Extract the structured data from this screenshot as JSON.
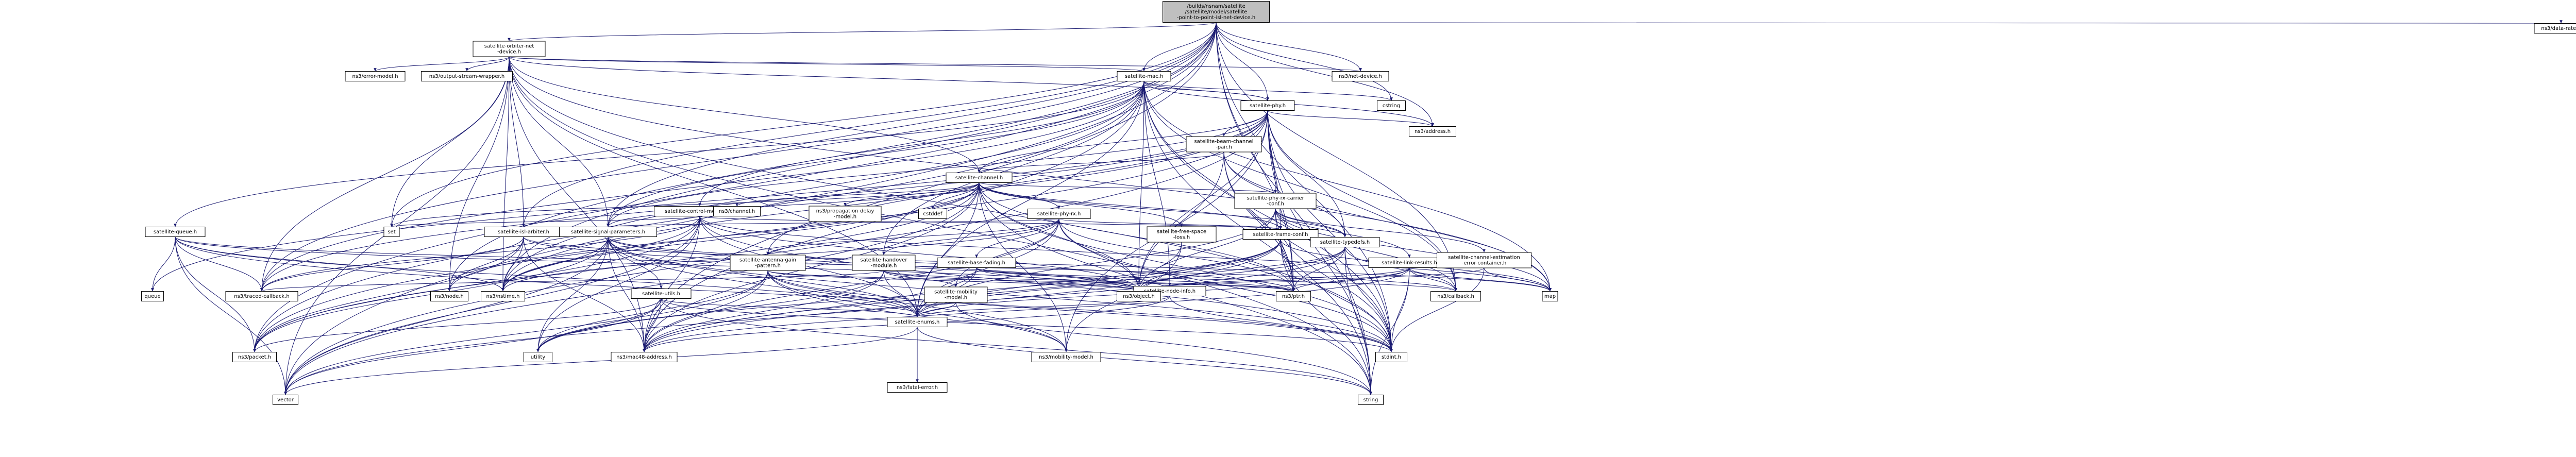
{
  "colors": {
    "edge": "#191970",
    "label": "#000000",
    "external_label": "#000000",
    "root_fill": "#bfbfbf",
    "node_fill": "#ffffff",
    "border_black": "#000000",
    "border_red": "#ff0000",
    "border_gray": "#bfbfbf"
  },
  "nodes": [
    {
      "id": "root",
      "lines": [
        "/builds/nsnam/satellite",
        "/satellite/model/satellite",
        "-point-to-point-isl-net-device.h"
      ],
      "style": "root"
    },
    {
      "id": "orbiter",
      "lines": [
        "satellite-orbiter-net",
        "-device.h"
      ],
      "style": "black"
    },
    {
      "id": "bitrate",
      "lines": [
        "ns3/data-rate.h"
      ],
      "style": "gray"
    },
    {
      "id": "errmodel",
      "lines": [
        "ns3/error-model.h"
      ],
      "style": "gray"
    },
    {
      "id": "outstream",
      "lines": [
        "ns3/output-stream-wrapper.h"
      ],
      "style": "gray"
    },
    {
      "id": "mac",
      "lines": [
        "satellite-mac.h"
      ],
      "style": "black"
    },
    {
      "id": "netdev",
      "lines": [
        "ns3/net-device.h"
      ],
      "style": "gray"
    },
    {
      "id": "phy",
      "lines": [
        "satellite-phy.h"
      ],
      "style": "black"
    },
    {
      "id": "cstring",
      "lines": [
        "cstring"
      ],
      "style": "gray"
    },
    {
      "id": "address",
      "lines": [
        "ns3/address.h"
      ],
      "style": "gray"
    },
    {
      "id": "beamch",
      "lines": [
        "satellite-beam-channel",
        "-pair.h"
      ],
      "style": "black"
    },
    {
      "id": "channel",
      "lines": [
        "satellite-channel.h"
      ],
      "style": "black"
    },
    {
      "id": "rxconf",
      "lines": [
        "satellite-phy-rx-carrier",
        "-conf.h"
      ],
      "style": "black"
    },
    {
      "id": "ctrlmsg",
      "lines": [
        "satellite-control-message.h"
      ],
      "style": "red"
    },
    {
      "id": "queue",
      "lines": [
        "satellite-queue.h"
      ],
      "style": "red"
    },
    {
      "id": "islarb",
      "lines": [
        "satellite-isl-arbiter.h"
      ],
      "style": "black"
    },
    {
      "id": "sigpar",
      "lines": [
        "satellite-signal-parameters.h"
      ],
      "style": "black"
    },
    {
      "id": "ns3ch",
      "lines": [
        "ns3/channel.h"
      ],
      "style": "gray"
    },
    {
      "id": "propdelay",
      "lines": [
        "ns3/propagation-delay",
        "-model.h"
      ],
      "style": "gray"
    },
    {
      "id": "cstddef",
      "lines": [
        "cstddef"
      ],
      "style": "gray"
    },
    {
      "id": "phyrx",
      "lines": [
        "satellite-phy-rx.h"
      ],
      "style": "red"
    },
    {
      "id": "freespace",
      "lines": [
        "satellite-free-space",
        "-loss.h"
      ],
      "style": "black"
    },
    {
      "id": "frameconf",
      "lines": [
        "satellite-frame-conf.h"
      ],
      "style": "red"
    },
    {
      "id": "typedefs",
      "lines": [
        "satellite-typedefs.h"
      ],
      "style": "black"
    },
    {
      "id": "linkres",
      "lines": [
        "satellite-link-results.h"
      ],
      "style": "red"
    },
    {
      "id": "chest",
      "lines": [
        "satellite-channel-estimation",
        "-error-container.h"
      ],
      "style": "red"
    },
    {
      "id": "antenna",
      "lines": [
        "satellite-antenna-gain",
        "-pattern.h"
      ],
      "style": "red"
    },
    {
      "id": "handover",
      "lines": [
        "satellite-handover",
        "-module.h"
      ],
      "style": "red"
    },
    {
      "id": "basefad",
      "lines": [
        "satellite-base-fading.h"
      ],
      "style": "red"
    },
    {
      "id": "mobmodel",
      "lines": [
        "satellite-mobility",
        "-model.h"
      ],
      "style": "red"
    },
    {
      "id": "nodeinfo",
      "lines": [
        "satellite-node-info.h"
      ],
      "style": "red"
    },
    {
      "id": "utils",
      "lines": [
        "satellite-utils.h"
      ],
      "style": "red"
    },
    {
      "id": "enums",
      "lines": [
        "satellite-enums.h"
      ],
      "style": "black"
    },
    {
      "id": "set",
      "lines": [
        "set"
      ],
      "style": "gray"
    },
    {
      "id": "queuestd",
      "lines": [
        "queue"
      ],
      "style": "gray"
    },
    {
      "id": "tracedcb",
      "lines": [
        "ns3/traced-callback.h"
      ],
      "style": "gray"
    },
    {
      "id": "ns3node",
      "lines": [
        "ns3/node.h"
      ],
      "style": "gray"
    },
    {
      "id": "nstime",
      "lines": [
        "ns3/nstime.h"
      ],
      "style": "gray"
    },
    {
      "id": "ns3packet",
      "lines": [
        "ns3/packet.h"
      ],
      "style": "gray"
    },
    {
      "id": "vector",
      "lines": [
        "vector"
      ],
      "style": "gray"
    },
    {
      "id": "utility",
      "lines": [
        "utility"
      ],
      "style": "gray"
    },
    {
      "id": "mac48",
      "lines": [
        "ns3/mac48-address.h"
      ],
      "style": "gray"
    },
    {
      "id": "ptr",
      "lines": [
        "ns3/ptr.h"
      ],
      "style": "gray"
    },
    {
      "id": "object",
      "lines": [
        "ns3/object.h"
      ],
      "style": "gray"
    },
    {
      "id": "callback",
      "lines": [
        "ns3/callback.h"
      ],
      "style": "gray"
    },
    {
      "id": "map",
      "lines": [
        "map"
      ],
      "style": "gray"
    },
    {
      "id": "mobility",
      "lines": [
        "ns3/mobility-model.h"
      ],
      "style": "gray"
    },
    {
      "id": "fatal",
      "lines": [
        "ns3/fatal-error.h"
      ],
      "style": "gray"
    },
    {
      "id": "stdint",
      "lines": [
        "stdint.h"
      ],
      "style": "gray"
    },
    {
      "id": "string",
      "lines": [
        "string"
      ],
      "style": "gray"
    }
  ],
  "edges": [
    [
      "root",
      "orbiter"
    ],
    [
      "root",
      "bitrate"
    ],
    [
      "root",
      "netdev"
    ],
    [
      "root",
      "mac"
    ],
    [
      "root",
      "phy"
    ],
    [
      "root",
      "address"
    ],
    [
      "root",
      "cstring"
    ],
    [
      "root",
      "tracedcb"
    ],
    [
      "root",
      "ns3node"
    ],
    [
      "root",
      "nstime"
    ],
    [
      "root",
      "ns3packet"
    ],
    [
      "root",
      "vector"
    ],
    [
      "root",
      "mac48"
    ],
    [
      "root",
      "ptr"
    ],
    [
      "root",
      "callback"
    ],
    [
      "root",
      "stdint"
    ],
    [
      "root",
      "string"
    ],
    [
      "root",
      "islarb"
    ],
    [
      "root",
      "sigpar"
    ],
    [
      "root",
      "set"
    ],
    [
      "orbiter",
      "errmodel"
    ],
    [
      "orbiter",
      "outstream"
    ],
    [
      "orbiter",
      "mac"
    ],
    [
      "orbiter",
      "netdev"
    ],
    [
      "orbiter",
      "phy"
    ],
    [
      "orbiter",
      "channel"
    ],
    [
      "orbiter",
      "islarb"
    ],
    [
      "orbiter",
      "sigpar"
    ],
    [
      "orbiter",
      "set"
    ],
    [
      "orbiter",
      "tracedcb"
    ],
    [
      "orbiter",
      "ns3node"
    ],
    [
      "orbiter",
      "nstime"
    ],
    [
      "orbiter",
      "vector"
    ],
    [
      "orbiter",
      "mac48"
    ],
    [
      "orbiter",
      "stdint"
    ],
    [
      "orbiter",
      "enums"
    ],
    [
      "orbiter",
      "string"
    ],
    [
      "orbiter",
      "map"
    ],
    [
      "mac",
      "phy"
    ],
    [
      "mac",
      "ctrlmsg"
    ],
    [
      "mac",
      "queue"
    ],
    [
      "mac",
      "sigpar"
    ],
    [
      "mac",
      "nodeinfo"
    ],
    [
      "mac",
      "address"
    ],
    [
      "mac",
      "cstring"
    ],
    [
      "mac",
      "mac48"
    ],
    [
      "mac",
      "ptr"
    ],
    [
      "mac",
      "nstime"
    ],
    [
      "mac",
      "tracedcb"
    ],
    [
      "mac",
      "ns3packet"
    ],
    [
      "mac",
      "stdint"
    ],
    [
      "mac",
      "string"
    ],
    [
      "mac",
      "enums"
    ],
    [
      "mac",
      "object"
    ],
    [
      "mac",
      "callback"
    ],
    [
      "mac",
      "map"
    ],
    [
      "mac",
      "handover"
    ],
    [
      "phy",
      "beamch"
    ],
    [
      "phy",
      "channel"
    ],
    [
      "phy",
      "rxconf"
    ],
    [
      "phy",
      "frameconf"
    ],
    [
      "phy",
      "antenna"
    ],
    [
      "phy",
      "sigpar"
    ],
    [
      "phy",
      "address"
    ],
    [
      "phy",
      "ptr"
    ],
    [
      "phy",
      "object"
    ],
    [
      "phy",
      "nstime"
    ],
    [
      "phy",
      "tracedcb"
    ],
    [
      "phy",
      "ns3packet"
    ],
    [
      "phy",
      "stdint"
    ],
    [
      "phy",
      "string"
    ],
    [
      "phy",
      "vector"
    ],
    [
      "phy",
      "queuestd"
    ],
    [
      "phy",
      "mobility"
    ],
    [
      "phy",
      "callback"
    ],
    [
      "phy",
      "typedefs"
    ],
    [
      "beamch",
      "channel"
    ],
    [
      "beamch",
      "typedefs"
    ],
    [
      "beamch",
      "object"
    ],
    [
      "beamch",
      "ptr"
    ],
    [
      "beamch",
      "stdint"
    ],
    [
      "beamch",
      "map"
    ],
    [
      "channel",
      "rxconf"
    ],
    [
      "channel",
      "ns3ch"
    ],
    [
      "channel",
      "propdelay"
    ],
    [
      "channel",
      "cstddef"
    ],
    [
      "channel",
      "phyrx"
    ],
    [
      "channel",
      "freespace"
    ],
    [
      "channel",
      "frameconf"
    ],
    [
      "channel",
      "sigpar"
    ],
    [
      "channel",
      "ptr"
    ],
    [
      "channel",
      "object"
    ],
    [
      "channel",
      "nstime"
    ],
    [
      "channel",
      "ns3packet"
    ],
    [
      "channel",
      "vector"
    ],
    [
      "channel",
      "mac48"
    ],
    [
      "channel",
      "stdint"
    ],
    [
      "channel",
      "enums"
    ],
    [
      "channel",
      "string"
    ],
    [
      "channel",
      "mobility"
    ],
    [
      "channel",
      "ns3node"
    ],
    [
      "channel",
      "set"
    ],
    [
      "channel",
      "typedefs"
    ],
    [
      "rxconf",
      "linkres"
    ],
    [
      "rxconf",
      "chest"
    ],
    [
      "rxconf",
      "enums"
    ],
    [
      "rxconf",
      "object"
    ],
    [
      "rxconf",
      "ptr"
    ],
    [
      "rxconf",
      "callback"
    ],
    [
      "rxconf",
      "stdint"
    ],
    [
      "rxconf",
      "typedefs"
    ],
    [
      "rxconf",
      "map"
    ],
    [
      "ctrlmsg",
      "frameconf"
    ],
    [
      "ctrlmsg",
      "enums"
    ],
    [
      "ctrlmsg",
      "object"
    ],
    [
      "ctrlmsg",
      "mac48"
    ],
    [
      "ctrlmsg",
      "nstime"
    ],
    [
      "ctrlmsg",
      "ns3packet"
    ],
    [
      "ctrlmsg",
      "vector"
    ],
    [
      "ctrlmsg",
      "stdint"
    ],
    [
      "ctrlmsg",
      "map"
    ],
    [
      "ctrlmsg",
      "set"
    ],
    [
      "ctrlmsg",
      "utility"
    ],
    [
      "ctrlmsg",
      "tracedcb"
    ],
    [
      "queue",
      "tracedcb"
    ],
    [
      "queue",
      "object"
    ],
    [
      "queue",
      "ns3packet"
    ],
    [
      "queue",
      "queuestd"
    ],
    [
      "queue",
      "vector"
    ],
    [
      "queue",
      "stdint"
    ],
    [
      "queue",
      "nstime"
    ],
    [
      "queue",
      "callback"
    ],
    [
      "queue",
      "enums"
    ],
    [
      "islarb",
      "ns3node"
    ],
    [
      "islarb",
      "ns3packet"
    ],
    [
      "islarb",
      "object"
    ],
    [
      "islarb",
      "nstime"
    ],
    [
      "islarb",
      "mac48"
    ],
    [
      "islarb",
      "tracedcb"
    ],
    [
      "islarb",
      "map"
    ],
    [
      "sigpar",
      "nstime"
    ],
    [
      "sigpar",
      "ns3packet"
    ],
    [
      "sigpar",
      "object"
    ],
    [
      "sigpar",
      "vector"
    ],
    [
      "sigpar",
      "utility"
    ],
    [
      "sigpar",
      "mac48"
    ],
    [
      "sigpar",
      "stdint"
    ],
    [
      "sigpar",
      "ptr"
    ],
    [
      "sigpar",
      "utils"
    ],
    [
      "sigpar",
      "enums"
    ],
    [
      "sigpar",
      "mobility"
    ],
    [
      "phyrx",
      "antenna"
    ],
    [
      "phyrx",
      "handover"
    ],
    [
      "phyrx",
      "basefad"
    ],
    [
      "phyrx",
      "mobmodel"
    ],
    [
      "phyrx",
      "object"
    ],
    [
      "phyrx",
      "ptr"
    ],
    [
      "phyrx",
      "mac48"
    ],
    [
      "phyrx",
      "nstime"
    ],
    [
      "phyrx",
      "stdint"
    ],
    [
      "phyrx",
      "sigpar"
    ],
    [
      "phyrx",
      "frameconf"
    ],
    [
      "phyrx",
      "enums"
    ],
    [
      "freespace",
      "object"
    ],
    [
      "freespace",
      "mobility"
    ],
    [
      "frameconf",
      "object"
    ],
    [
      "frameconf",
      "ptr"
    ],
    [
      "frameconf",
      "stdint"
    ],
    [
      "frameconf",
      "map"
    ],
    [
      "frameconf",
      "vector"
    ],
    [
      "frameconf",
      "string"
    ],
    [
      "frameconf",
      "enums"
    ],
    [
      "frameconf",
      "mac48"
    ],
    [
      "frameconf",
      "utility"
    ],
    [
      "typedefs",
      "ptr"
    ],
    [
      "typedefs",
      "callback"
    ],
    [
      "typedefs",
      "object"
    ],
    [
      "typedefs",
      "stdint"
    ],
    [
      "typedefs",
      "string"
    ],
    [
      "typedefs",
      "mac48"
    ],
    [
      "typedefs",
      "enums"
    ],
    [
      "linkres",
      "object"
    ],
    [
      "linkres",
      "ptr"
    ],
    [
      "linkres",
      "stdint"
    ],
    [
      "linkres",
      "string"
    ],
    [
      "linkres",
      "map"
    ],
    [
      "linkres",
      "enums"
    ],
    [
      "linkres",
      "mac48"
    ],
    [
      "linkres",
      "callback"
    ],
    [
      "chest",
      "object"
    ],
    [
      "chest",
      "stdint"
    ],
    [
      "chest",
      "map"
    ],
    [
      "antenna",
      "mobility"
    ],
    [
      "antenna",
      "object"
    ],
    [
      "antenna",
      "vector"
    ],
    [
      "antenna",
      "utility"
    ],
    [
      "antenna",
      "enums"
    ],
    [
      "antenna",
      "mac48"
    ],
    [
      "antenna",
      "stdint"
    ],
    [
      "antenna",
      "string"
    ],
    [
      "antenna",
      "ptr"
    ],
    [
      "handover",
      "object"
    ],
    [
      "handover",
      "mobmodel"
    ],
    [
      "handover",
      "enums"
    ],
    [
      "handover",
      "utility"
    ],
    [
      "handover",
      "mac48"
    ],
    [
      "handover",
      "ptr"
    ],
    [
      "handover",
      "tracedcb"
    ],
    [
      "basefad",
      "object"
    ],
    [
      "basefad",
      "enums"
    ],
    [
      "basefad",
      "mac48"
    ],
    [
      "basefad",
      "ptr"
    ],
    [
      "basefad",
      "callback"
    ],
    [
      "mobmodel",
      "mobility"
    ],
    [
      "mobmodel",
      "enums"
    ],
    [
      "nodeinfo",
      "mac48"
    ],
    [
      "nodeinfo",
      "object"
    ],
    [
      "nodeinfo",
      "enums"
    ],
    [
      "nodeinfo",
      "stdint"
    ],
    [
      "utils",
      "vector"
    ],
    [
      "utils",
      "utility"
    ],
    [
      "utils",
      "ns3packet"
    ],
    [
      "utils",
      "mac48"
    ],
    [
      "utils",
      "stdint"
    ],
    [
      "utils",
      "string"
    ],
    [
      "utils",
      "enums"
    ],
    [
      "enums",
      "fatal"
    ],
    [
      "enums",
      "string"
    ],
    [
      "enums",
      "vector"
    ]
  ]
}
